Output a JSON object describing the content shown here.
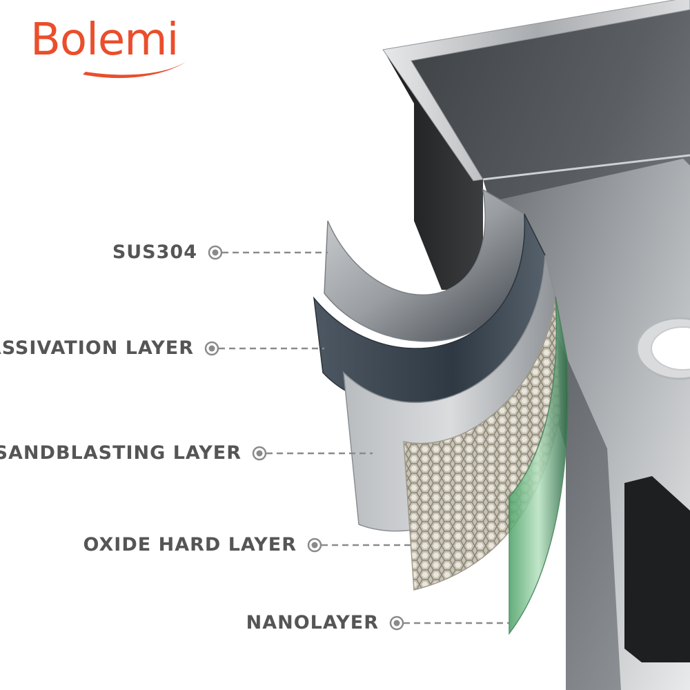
{
  "brand": {
    "name": "Bolemi",
    "color": "#ea4e2c"
  },
  "colors": {
    "label_text": "#555555",
    "leader_line": "#8a8a8a"
  },
  "layers": [
    {
      "label": "SUS304"
    },
    {
      "label": "PASSIVATION LAYER"
    },
    {
      "label": "SANDBLASTING LAYER"
    },
    {
      "label": "OXIDE HARD LAYER"
    },
    {
      "label": "NANOLAYER"
    }
  ]
}
